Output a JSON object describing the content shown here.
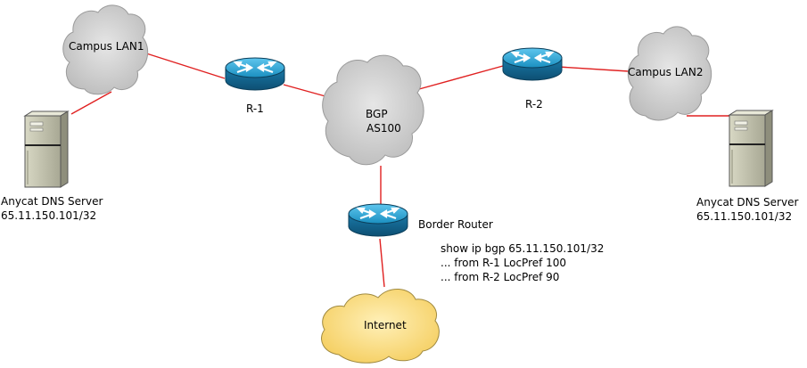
{
  "nodes": {
    "campus_lan1": {
      "label": "Campus LAN1"
    },
    "campus_lan2": {
      "label": "Campus LAN2"
    },
    "bgp_cloud": {
      "line1": "BGP",
      "line2": "AS100"
    },
    "internet": {
      "label": "Internet"
    },
    "r1": {
      "label": "R-1"
    },
    "r2": {
      "label": "R-2"
    },
    "border_router": {
      "label": "Border Router"
    },
    "server_left": {
      "line1": "Anycat DNS Server",
      "line2": "65.11.150.101/32"
    },
    "server_right": {
      "line1": "Anycat DNS Server",
      "line2": "65.11.150.101/32"
    }
  },
  "bgp_output": {
    "command": "show ip bgp 65.11.150.101/32",
    "route1": "... from R-1 LocPref 100",
    "route2": "... from R-2 LocPref 90"
  },
  "colors": {
    "link": "#e02020",
    "cloud_gray": "#c8c8c8",
    "cloud_internet": "#ffe08a",
    "router": "#1a8fc0",
    "server": "#c8c8b4"
  }
}
